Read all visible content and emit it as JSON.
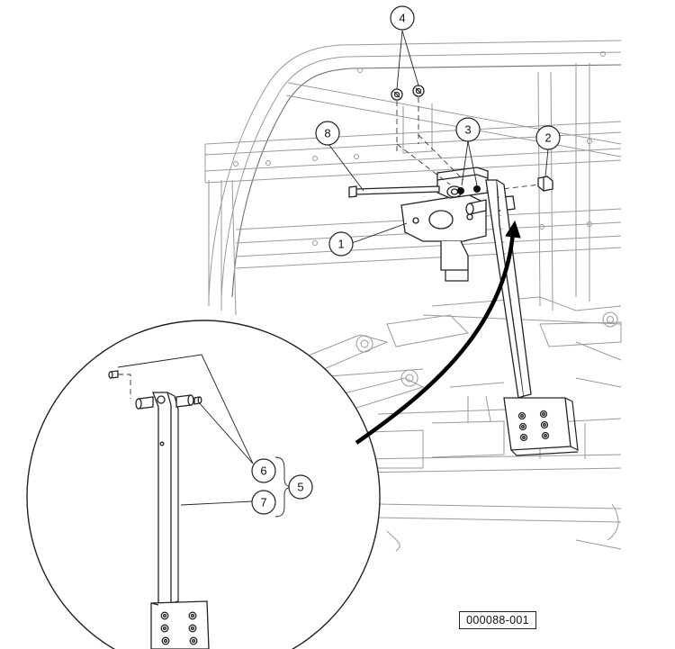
{
  "figure_id": "000088-001",
  "callouts": [
    {
      "label": "1",
      "name": "callout-1"
    },
    {
      "label": "2",
      "name": "callout-2"
    },
    {
      "label": "3",
      "name": "callout-3"
    },
    {
      "label": "4",
      "name": "callout-4"
    },
    {
      "label": "5",
      "name": "callout-5"
    },
    {
      "label": "6",
      "name": "callout-6"
    },
    {
      "label": "7",
      "name": "callout-7"
    },
    {
      "label": "8",
      "name": "callout-8"
    }
  ]
}
